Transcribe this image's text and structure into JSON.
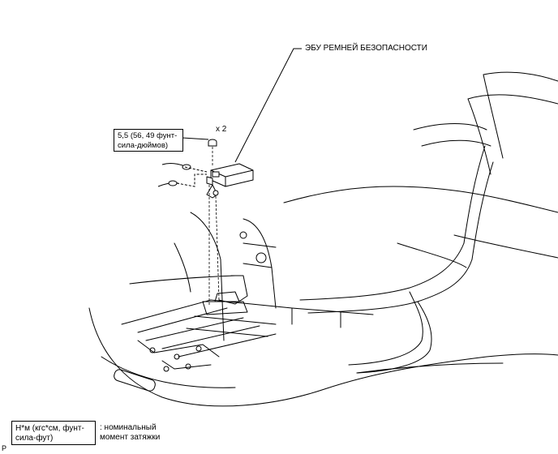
{
  "labels": {
    "ecu": "ЭБУ РЕМНЕЙ БЕЗОПАСНОСТИ",
    "quantity": "x 2",
    "torque_line1": "5,5 (56, 49 фунт-",
    "torque_line2": "сила-дюймов)"
  },
  "legend": {
    "unit_line1": "Н*м (кгс*см, фунт-",
    "unit_line2": "сила-фут)",
    "desc_line1": ": номинальный",
    "desc_line2": "момент затяжки"
  },
  "corner_mark": "P"
}
